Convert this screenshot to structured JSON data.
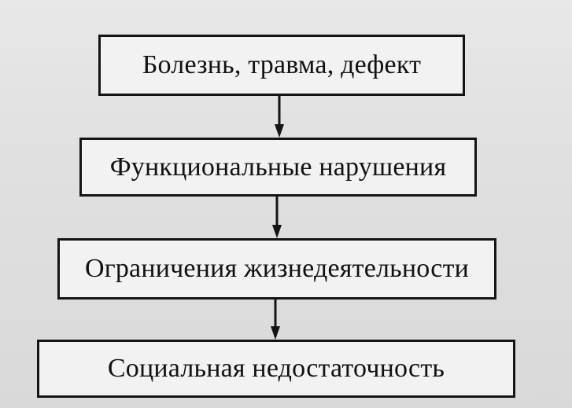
{
  "diagram": {
    "nodes": [
      {
        "id": "n1",
        "label": "Болезнь, травма, дефект"
      },
      {
        "id": "n2",
        "label": "Функциональные нарушения"
      },
      {
        "id": "n3",
        "label": "Ограничения жизнедеятельности"
      },
      {
        "id": "n4",
        "label": "Социальная недостаточность"
      }
    ],
    "edges": [
      {
        "from": "n1",
        "to": "n2"
      },
      {
        "from": "n2",
        "to": "n3"
      },
      {
        "from": "n3",
        "to": "n4"
      }
    ],
    "colors": {
      "stroke": "#141414",
      "box_fill": "#f2f2f2",
      "background": "#e0e0e0"
    }
  }
}
